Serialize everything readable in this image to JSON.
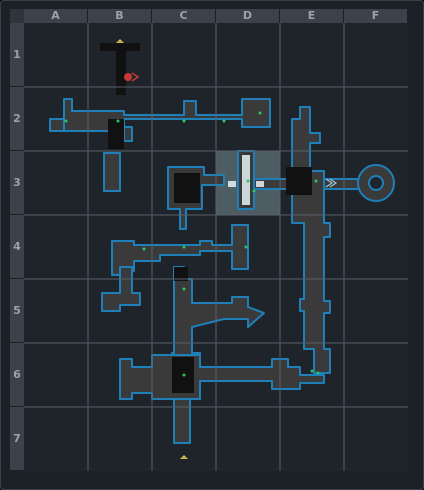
{
  "columns": [
    "A",
    "B",
    "C",
    "D",
    "E",
    "F"
  ],
  "rows": [
    "1",
    "2",
    "3",
    "4",
    "5",
    "6",
    "7"
  ],
  "colors": {
    "grid_line": "#59606a",
    "room_fill": "#3a3a3a",
    "room_outline": "#1f7fb8",
    "highlight": "#e8f2f6",
    "dark_room": "#111111",
    "exit_marker": "#c9b54a",
    "dot": "#29c463",
    "player_red": "#c23a3a"
  },
  "selected_cell": "D3",
  "icons": [
    "exit-arrow-icon",
    "player-marker-icon",
    "door-chevron-icon",
    "circle-room-icon"
  ]
}
